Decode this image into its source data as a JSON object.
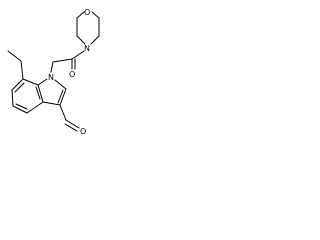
{
  "structure": {
    "atoms": [
      {
        "id": "ring_n",
        "element": "N",
        "label": "N"
      },
      {
        "id": "morph_n",
        "element": "N",
        "label": "N"
      },
      {
        "id": "morph_o",
        "element": "O",
        "label": "O"
      },
      {
        "id": "amide_o",
        "element": "O",
        "label": "O"
      },
      {
        "id": "ald_o",
        "element": "O",
        "label": "O"
      }
    ],
    "line_color": "#000000",
    "background": "#ffffff"
  }
}
